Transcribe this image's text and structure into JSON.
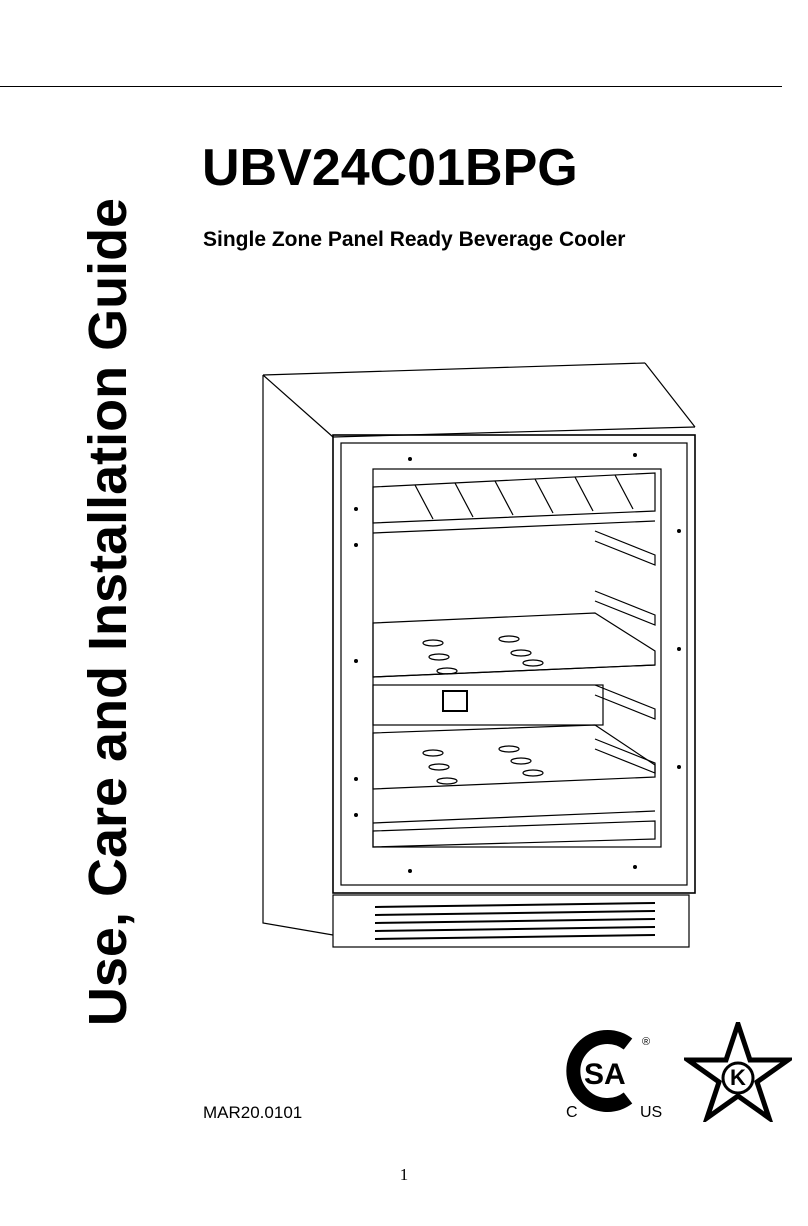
{
  "document": {
    "side_title": "Use, Care and Installation Guide",
    "model": "UBV24C01BPG",
    "subtitle": "Single Zone Panel Ready Beverage Cooler",
    "code": "MAR20.0101",
    "page_number": "1"
  },
  "certifications": {
    "csa": {
      "left_text": "C",
      "right_text": "US",
      "registered": "®"
    },
    "kosher": {
      "letter": "K"
    }
  },
  "icons": {
    "product": "beverage-cooler-illustration",
    "csa": "csa-certification-mark",
    "kosher": "star-k-kosher-mark"
  }
}
